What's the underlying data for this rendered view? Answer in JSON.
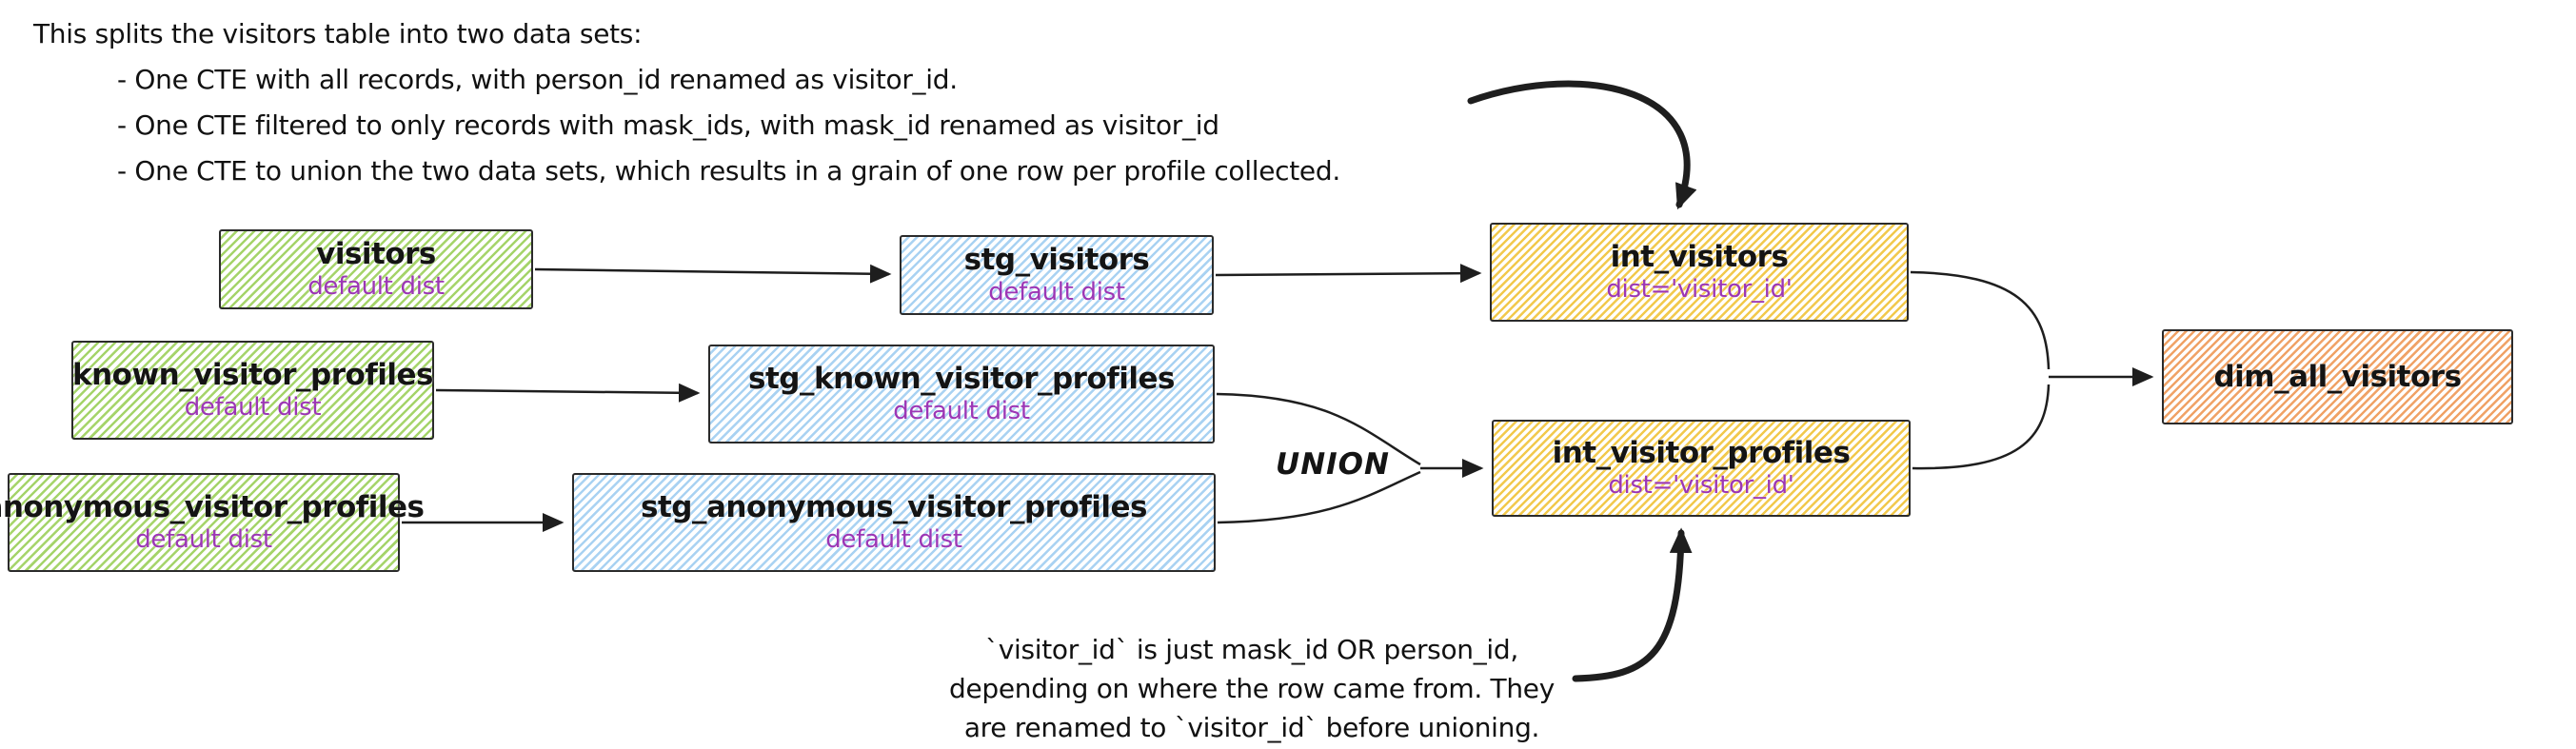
{
  "colors": {
    "ink": "#1e1e1e",
    "accent-purple": "#9c36b5",
    "green-stripe": "#a5d46a",
    "blue-stripe": "#a9d2f2",
    "yellow-stripe": "#f2c94c",
    "orange-stripe": "#f0a266"
  },
  "notes": {
    "intro": "This splits the visitors table into two data sets:",
    "bullet_1": "- One CTE with all records, with person_id renamed as visitor_id.",
    "bullet_2": "- One CTE filtered to only records with mask_ids, with mask_id renamed as visitor_id",
    "bullet_3": "- One CTE to union the two data sets, which results in a grain of one row per profile collected.",
    "visitor_id_line_1": "`visitor_id` is just mask_id OR person_id,",
    "visitor_id_line_2": "depending on where the row came from. They",
    "visitor_id_line_3": "are renamed to `visitor_id` before unioning."
  },
  "union_label": "UNION",
  "nodes": {
    "visitors": {
      "title": "visitors",
      "subtitle": "default dist"
    },
    "stg_visitors": {
      "title": "stg_visitors",
      "subtitle": "default dist"
    },
    "known_visitor_profiles": {
      "title": "known_visitor_profiles",
      "subtitle": "default dist"
    },
    "stg_known_visitor_profiles": {
      "title": "stg_known_visitor_profiles",
      "subtitle": "default dist"
    },
    "anonymous_visitor_profiles": {
      "title": "anonymous_visitor_profiles",
      "subtitle": "default dist"
    },
    "stg_anonymous_visitor_profiles": {
      "title": "stg_anonymous_visitor_profiles",
      "subtitle": "default dist"
    },
    "int_visitors": {
      "title": "int_visitors",
      "subtitle": "dist='visitor_id'"
    },
    "int_visitor_profiles": {
      "title": "int_visitor_profiles",
      "subtitle": "dist='visitor_id'"
    },
    "dim_all_visitors": {
      "title": "dim_all_visitors"
    }
  }
}
